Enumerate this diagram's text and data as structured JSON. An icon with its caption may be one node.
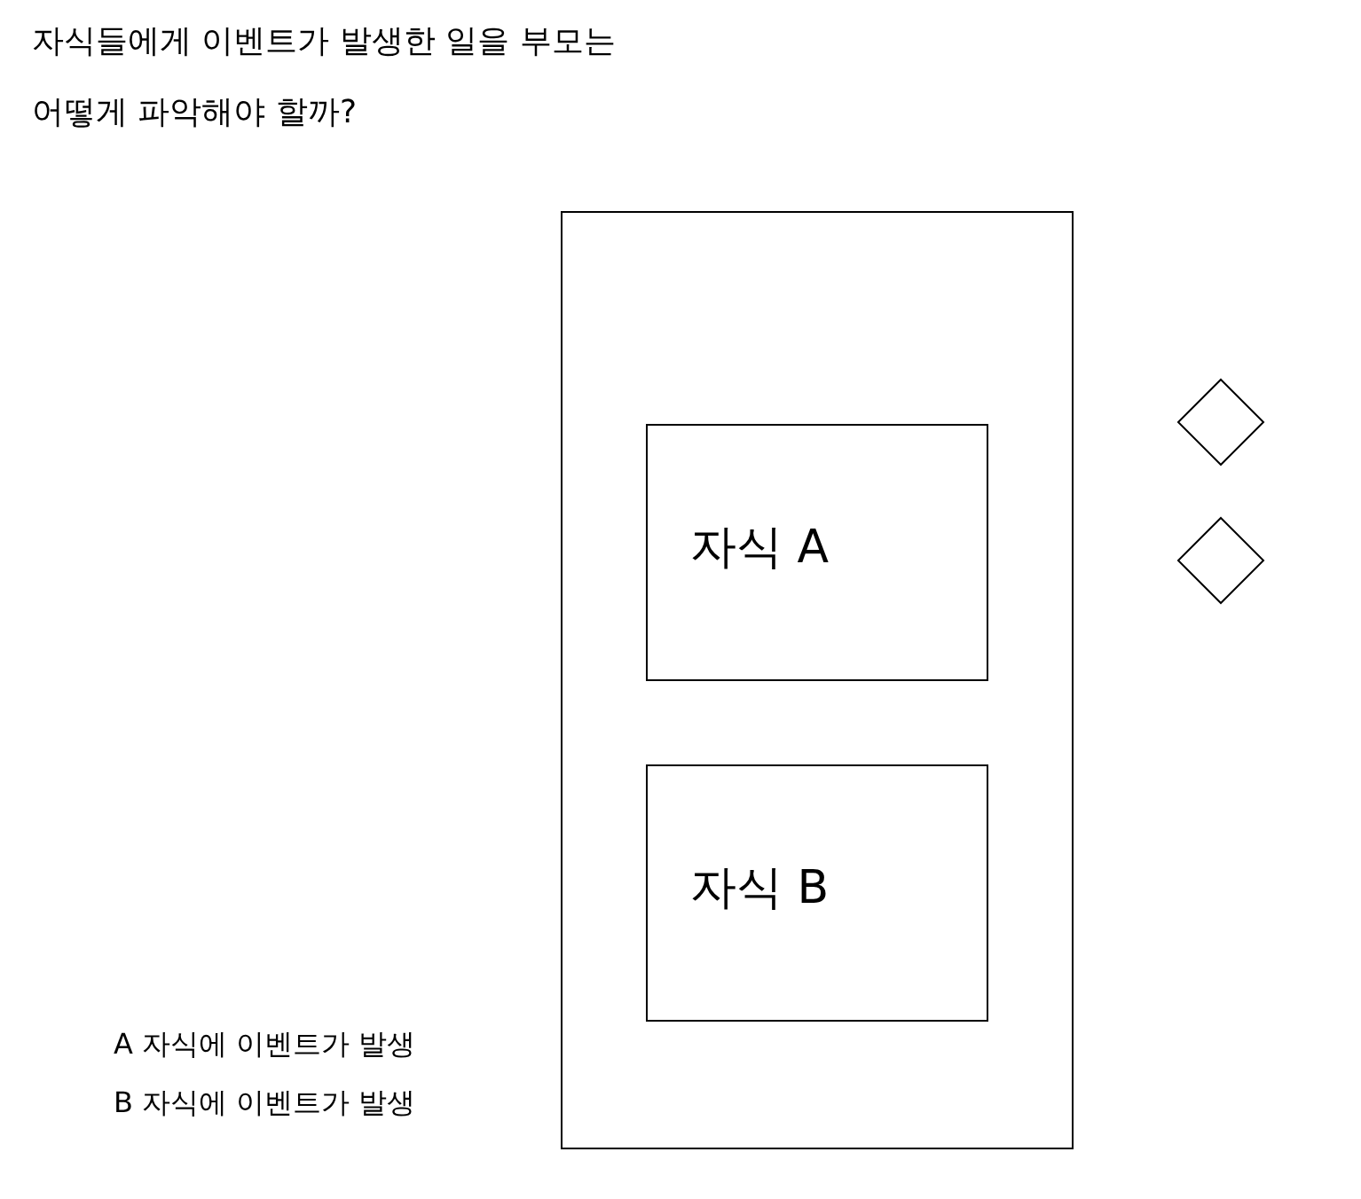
{
  "diagram": {
    "title": "자식들에게 이벤트가 발생한 일을 부모는 어떻게 파악해야 할까?",
    "nodes": [
      {
        "text": [],
        "shape": "box"
      },
      {
        "text": [
          "자식 A"
        ],
        "in": 0
      },
      {
        "text": [
          "자식 B"
        ],
        "in": 0
      },
      {
        "text": [],
        "shape": "diamond"
      },
      {
        "text": [],
        "shape": "diamond"
      }
    ],
    "labels": [
      "A 자식에 이벤트가 발생",
      "B 자식에 이벤트가 발생"
    ]
  }
}
